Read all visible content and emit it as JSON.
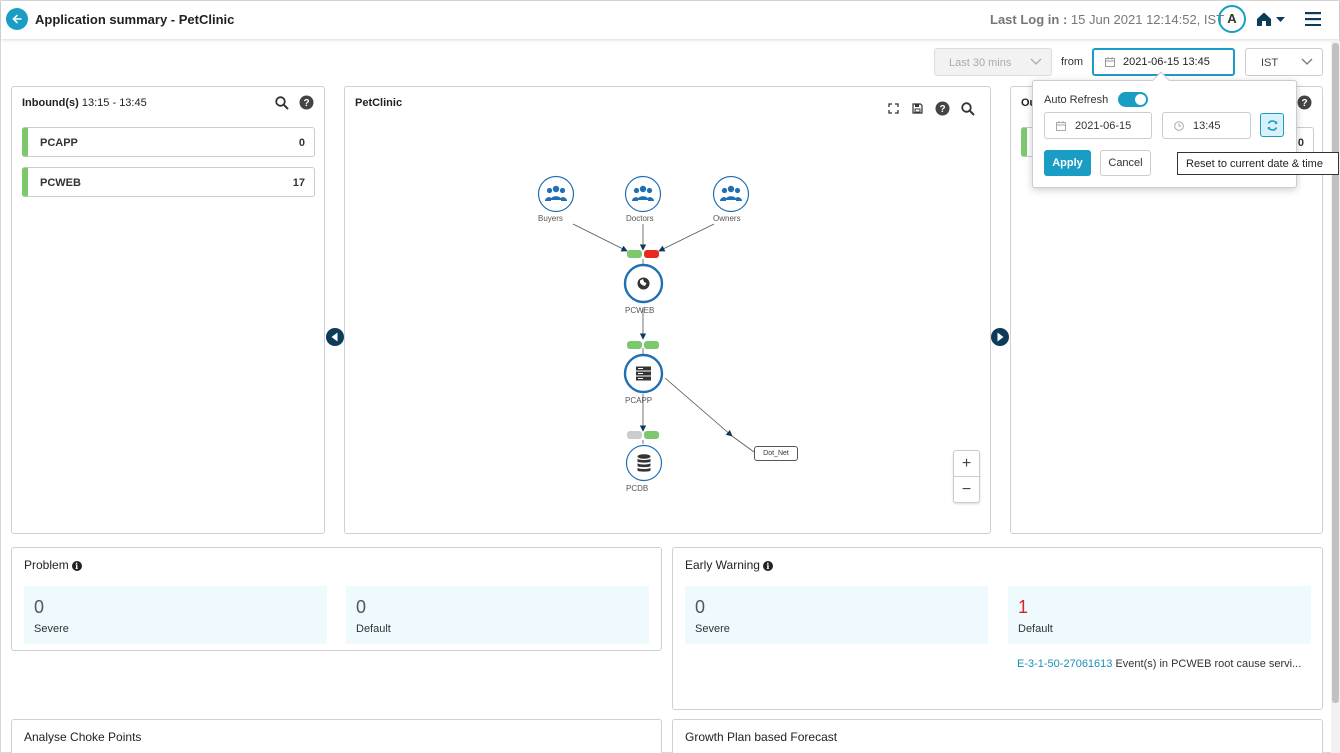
{
  "header": {
    "title": "Application summary - PetClinic",
    "last_log_label": "Last Log in :",
    "last_log_value": "15 Jun 2021 12:14:52, IST",
    "avatar_initial": "A"
  },
  "time_controls": {
    "range": "Last 30 mins",
    "from_label": "from",
    "from_value": "2021-06-15 13:45",
    "timezone": "IST"
  },
  "popover": {
    "auto_refresh_label": "Auto Refresh",
    "auto_refresh_on": true,
    "date": "2021-06-15",
    "time": "13:45",
    "apply_label": "Apply",
    "cancel_label": "Cancel",
    "tooltip": "Reset to current date & time"
  },
  "inbound": {
    "title": "Inbound(s)",
    "range": "13:15 - 13:45",
    "items": [
      {
        "name": "PCAPP",
        "count": "0"
      },
      {
        "name": "PCWEB",
        "count": "17"
      }
    ]
  },
  "outbound": {
    "title": "Ou",
    "items": [
      {
        "count": "0"
      }
    ]
  },
  "topology": {
    "title": "PetClinic",
    "nodes": {
      "buyers": "Buyers",
      "doctors": "Doctors",
      "owners": "Owners",
      "pcweb": "PCWEB",
      "pcapp": "PCAPP",
      "pcdb": "PCDB",
      "dotnet": "Dot_Net"
    },
    "zoom_in": "+",
    "zoom_out": "−"
  },
  "problem": {
    "title": "Problem",
    "severe_value": "0",
    "severe_label": "Severe",
    "default_value": "0",
    "default_label": "Default"
  },
  "early_warning": {
    "title": "Early Warning",
    "severe_value": "0",
    "severe_label": "Severe",
    "default_value": "1",
    "default_label": "Default",
    "event_id": "E-3-1-50-27061613",
    "event_text": " Event(s) in PCWEB root cause servi..."
  },
  "bottom": {
    "choke_points": "Analyse Choke Points",
    "growth_forecast": "Growth Plan based Forecast"
  },
  "colors": {
    "accent": "#1a9dc4",
    "ok_green": "#7cc86c",
    "alert_red": "#e02020",
    "node_blue": "#1f6fb5"
  }
}
